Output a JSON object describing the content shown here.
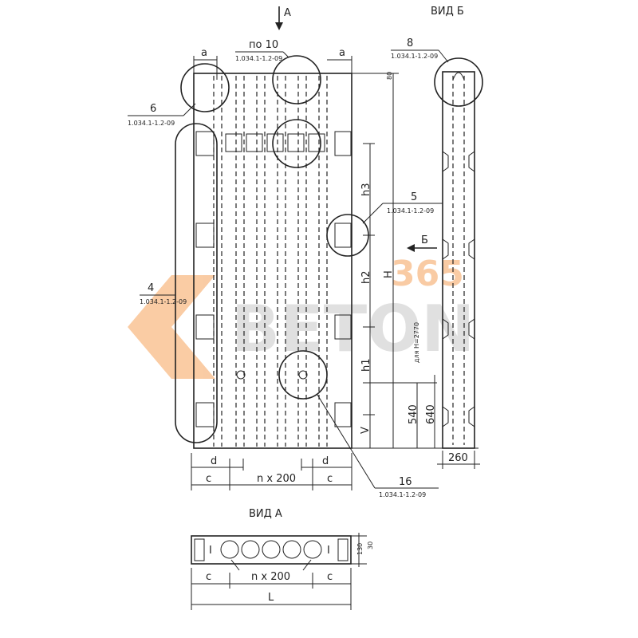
{
  "labels": {
    "view_b": "ВИД Б",
    "view_a": "ВИД А",
    "arrow_a": "A",
    "arrow_b": "Б",
    "dim_a": "a",
    "dim_d": "d",
    "dim_c": "c",
    "dim_n200": "n x 200",
    "dim_L": "L",
    "dim_h1": "h1",
    "dim_h2": "h2",
    "dim_h3": "h3",
    "dim_H": "H",
    "dim_V": "V",
    "dim_540": "540",
    "dim_640": "640",
    "dim_260": "260",
    "dim_2770": "для H=2770",
    "dim_130": "130",
    "dim_30": "30",
    "mark_I": "I"
  },
  "callouts": {
    "c10": {
      "num": "по 10",
      "ref": "1.034.1-1.2-09"
    },
    "c6": {
      "num": "6",
      "ref": "1.034.1-1.2-09"
    },
    "c8": {
      "num": "8",
      "ref": "1.034.1-1.2-09"
    },
    "c5": {
      "num": "5",
      "ref": "1.034.1-1.2-09"
    },
    "c4": {
      "num": "4",
      "ref": "1.034.1-1.2-09"
    },
    "c16": {
      "num": "16",
      "ref": "1.034.1-1.2-09"
    }
  },
  "watermark": {
    "brand": "BETON",
    "num": "365",
    "accent": "#f5a25a",
    "gray": "#c8c8c8"
  }
}
